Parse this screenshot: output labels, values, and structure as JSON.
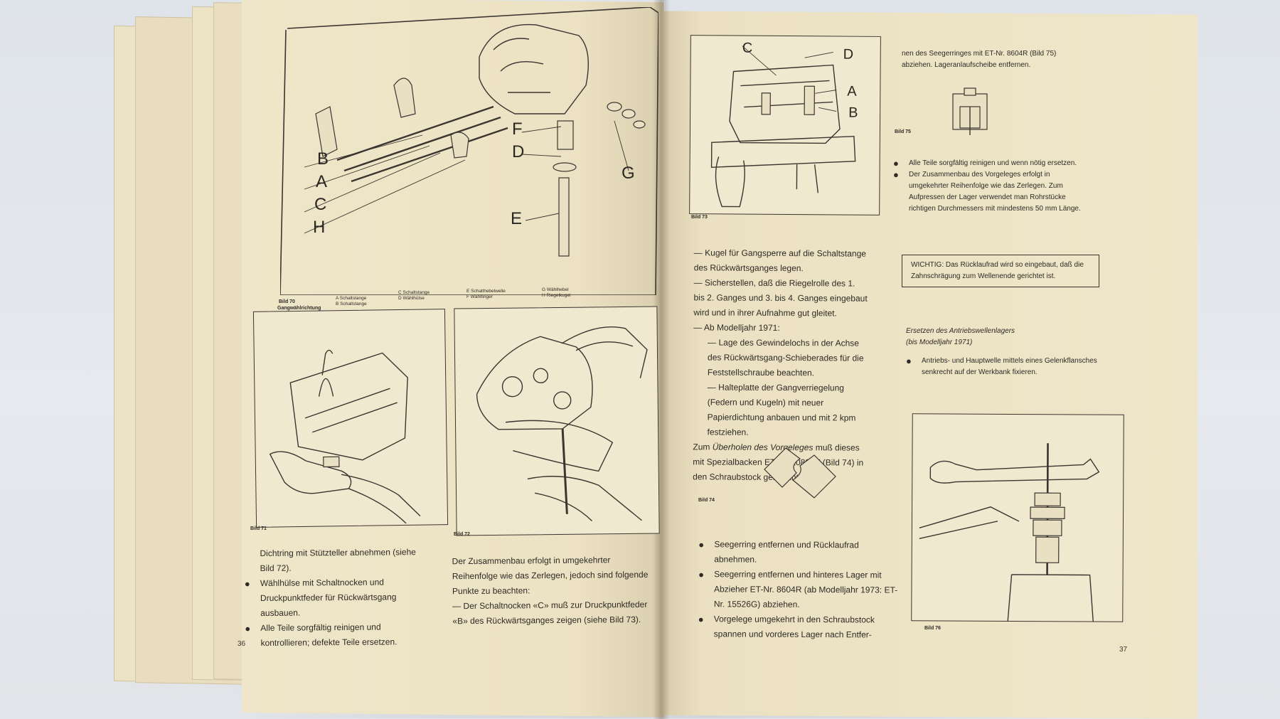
{
  "left_page": {
    "labels_fig70": [
      "B",
      "A",
      "C",
      "H",
      "F",
      "D",
      "E",
      "G"
    ],
    "fig70_caption": "Bild 70",
    "fig70_title": "Gangwählrichtung",
    "fig70_legend": [
      "A  Schaltstange",
      "B  Schaltstange",
      "C  Schaltstange",
      "D  Wählhülse",
      "E  Schalthebelwelle",
      "F  Wählfinger",
      "G  Wählhebel",
      "H  Riegelkugel"
    ],
    "fig71_caption": "Bild 71",
    "fig72_caption": "Bild 72",
    "col1": [
      {
        "bullet": false,
        "text": "Dichtring mit Stützteller abnehmen (siehe Bild 72)."
      },
      {
        "bullet": true,
        "text": "Wählhülse mit Schaltnocken und Druckpunktfeder für Rückwärtsgang ausbauen."
      },
      {
        "bullet": true,
        "text": "Alle Teile sorgfältig reinigen und kontrollieren; defekte Teile ersetzen."
      }
    ],
    "col2_intro": "Der Zusammenbau erfolgt in umgekehrter Reihenfolge wie das Zerlegen, jedoch sind folgende Punkte zu beachten:",
    "col2_dash": "— Der Schaltnocken «C» muß zur Druckpunktfeder «B» des Rückwärtsganges zeigen (siehe Bild 73).",
    "page_number": "36"
  },
  "right_page": {
    "labels_fig73": [
      "C",
      "D",
      "A",
      "B"
    ],
    "fig73_caption": "Bild 73",
    "fig74_caption": "Bild 74",
    "fig75_caption": "Bild 75",
    "fig76_caption": "Bild 76",
    "col1_items": [
      "— Kugel für Gangsperre auf die Schaltstange des Rückwärtsganges legen.",
      "— Sicherstellen, daß die Riegelrolle des 1. bis 2. Ganges und 3. bis 4. Ganges eingebaut wird und in ihrer Aufnahme gut gleitet.",
      "— Ab Modelljahr 1971:"
    ],
    "col1_sub": [
      "— Lage des Gewindelochs in der Achse des Rückwärtsgang-Schieberades für die Feststellschraube beachten.",
      "— Halteplatte der Gangverriegelung (Federn und Kugeln) mit neuer Papierdichtung anbauen und mit 2 kpm festziehen."
    ],
    "col1_para_pre": "Zum ",
    "col1_para_em": "Überholen des Vorgeleges",
    "col1_para_post": " muß dieses mit Spezialbacken ET-Nr. 20803Y (Bild 74) in den Schraubstock gespannt werden.",
    "col1_bullets": [
      "Seegerring entfernen und Rücklaufrad abnehmen.",
      "Seegerring entfernen und hinteres Lager mit Abzieher ET-Nr. 8604R (ab Modelljahr 1973: ET-Nr. 15526G) abziehen.",
      "Vorgelege umgekehrt in den Schraubstock spannen und vorderes Lager nach Entfer-"
    ],
    "col2_top": "nen des Seegerringes mit ET-Nr. 8604R (Bild 75) abziehen. Lageranlaufscheibe entfernen.",
    "col2_bullets": [
      "Alle Teile sorgfältig reinigen und wenn nötig ersetzen.",
      "Der Zusammenbau des Vorgeleges erfolgt in umgekehrter Reihenfolge wie das Zerlegen. Zum Aufpressen der Lager verwendet man Rohrstücke richtigen Durchmessers mit mindestens 50 mm Länge."
    ],
    "wichtig": "WICHTIG: Das Rücklaufrad wird so eingebaut, daß die Zahnschrägung zum Wellenende gerichtet ist.",
    "subheading_1": "Ersetzen des Antriebswellenlagers",
    "subheading_2": "(bis Modelljahr 1971)",
    "col2_bullet_last": "Antriebs- und Hauptwelle mittels eines Gelenkflansches senkrecht auf der Werkbank fixieren.",
    "page_number": "37"
  }
}
